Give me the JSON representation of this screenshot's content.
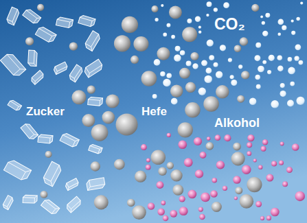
{
  "diagram": {
    "labels": [
      "Zucker",
      "Hefe",
      "CO₂",
      "Alkohol"
    ]
  }
}
